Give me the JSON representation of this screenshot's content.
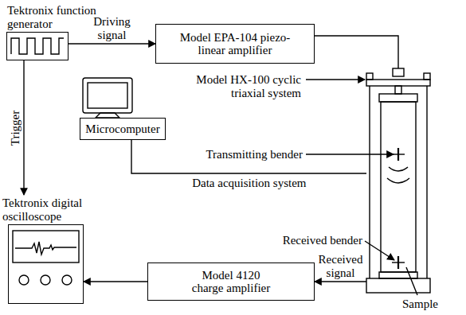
{
  "diagram": {
    "nodes": [
      {
        "text": [
          "Tektronix function generator"
        ]
      },
      {
        "text": [
          "Model EPA-104 piezo-linear amplifier"
        ]
      },
      {
        "text": [
          "Model HX-100 cyclic triaxial system"
        ]
      },
      {
        "text": [
          "Microcomputer"
        ]
      },
      {
        "text": [
          "Tektronix digital oscilloscope"
        ]
      },
      {
        "text": [
          "Model 4120 charge amplifier"
        ]
      }
    ],
    "edges": [
      {
        "from": 0,
        "to": 1,
        "label": "Driving signal",
        "arrow": "to"
      },
      {
        "from": 1,
        "to": 2,
        "arrow": "none"
      },
      {
        "from": 0,
        "to": 4,
        "label": "Trigger",
        "arrow": "to"
      },
      {
        "from": 3,
        "to": 2,
        "label": "Data acquisition system",
        "arrow": "none"
      },
      {
        "from": 2,
        "to": 5,
        "label": "Received signal",
        "arrow": "to"
      },
      {
        "from": 5,
        "to": 4,
        "arrow": "to"
      }
    ],
    "labels": [
      "Transmitting bender",
      "Received bender",
      "Sample"
    ]
  }
}
